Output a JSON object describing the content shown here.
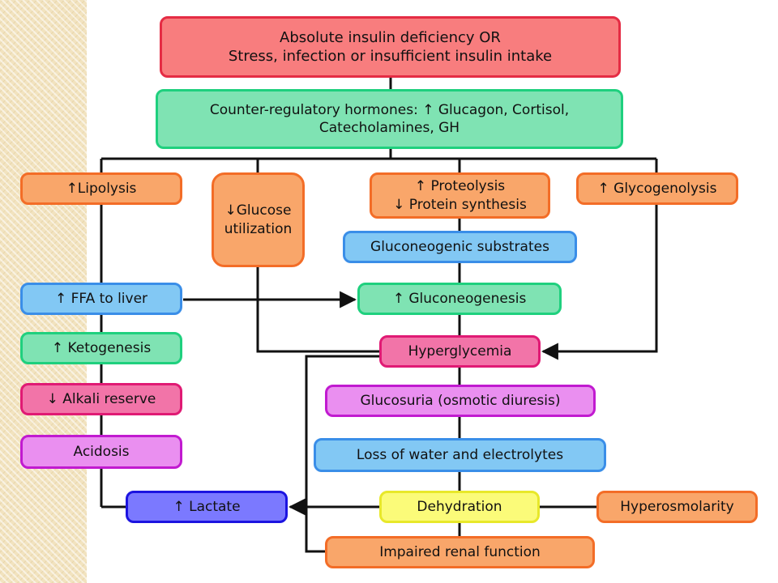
{
  "colors": {
    "red_fill": "#f87d7e",
    "red_border": "#e52c44",
    "green_fill": "#7fe3b3",
    "green_border": "#1fd07e",
    "orange_fill": "#f9a66a",
    "orange_border": "#f36d27",
    "blue_fill": "#82c8f4",
    "blue_border": "#3a8ee8",
    "pink_fill": "#f274a8",
    "pink_border": "#e01a74",
    "violet_fill": "#ea8ff0",
    "violet_border": "#c11ad0",
    "lactate_fill": "#7b79ff",
    "lactate_border": "#1c14e0",
    "yellow_fill": "#fbfb79",
    "yellow_border": "#e8e82a",
    "connector": "#111111"
  },
  "nodes": {
    "insulin_deficiency": "Absolute insulin deficiency OR\nStress, infection or insufficient insulin intake",
    "counter_regulatory": "Counter-regulatory hormones: ↑ Glucagon, Cortisol,\nCatecholamines, GH",
    "lipolysis": "↑Lipolysis",
    "glucose_utilization": "↓Glucose\nutilization",
    "proteolysis": "↑ Proteolysis\n↓ Protein synthesis",
    "glycogenolysis": "↑ Glycogenolysis",
    "gluconeogenic_substrates": "Gluconeogenic substrates",
    "ffa_to_liver": "↑ FFA to liver",
    "gluconeogenesis": "↑ Gluconeogenesis",
    "ketogenesis": "↑ Ketogenesis",
    "hyperglycemia": "Hyperglycemia",
    "alkali_reserve": "↓ Alkali reserve",
    "glucosuria": "Glucosuria (osmotic diuresis)",
    "acidosis": "Acidosis",
    "water_loss": "Loss of water and electrolytes",
    "lactate": "↑ Lactate",
    "dehydration": "Dehydration",
    "hyperosmolarity": "Hyperosmolarity",
    "renal_function": "Impaired renal function"
  }
}
